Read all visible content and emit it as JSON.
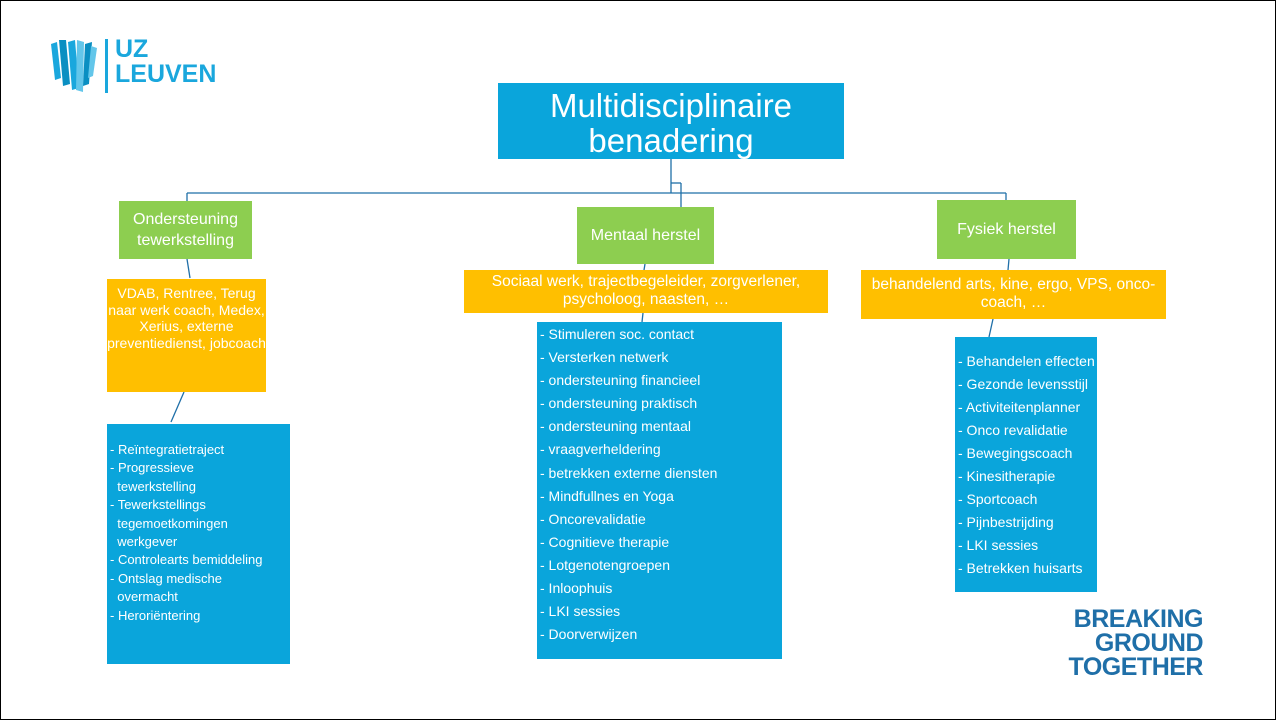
{
  "logo": {
    "line1": "UZ",
    "line2": "LEUVEN",
    "icon": "uz-leuven-logo-icon"
  },
  "title": "Multidisciplinaire benadering",
  "columns": [
    {
      "heading": "Ondersteuning tewerkstelling",
      "professionals": "VDAB, Rentree, Terug naar werk coach, Medex, Xerius, externe preventiedienst, jobcoach",
      "items": [
        "- Reïntegratietraject",
        "- Progressieve",
        "  tewerkstelling",
        "- Tewerkstellings",
        "  tegemoetkomingen",
        "  werkgever",
        "- Controlearts bemiddeling",
        "- Ontslag medische",
        "  overmacht",
        "- Heroriëntering"
      ]
    },
    {
      "heading": "Mentaal herstel",
      "professionals": "Sociaal werk, trajectbegeleider, zorgverlener, psycholoog, naasten, …",
      "items": [
        "- Stimuleren soc. contact",
        "- Versterken netwerk",
        "- ondersteuning financieel",
        "- ondersteuning praktisch",
        "- ondersteuning mentaal",
        "- vraagverheldering",
        "- betrekken externe diensten",
        "- Mindfullnes en Yoga",
        "- Oncorevalidatie",
        "- Cognitieve therapie",
        "- Lotgenotengroepen",
        "- Inloophuis",
        "- LKI sessies",
        "- Doorverwijzen"
      ]
    },
    {
      "heading": "Fysiek herstel",
      "professionals": "behandelend arts, kine, ergo, VPS, onco-coach, …",
      "items": [
        "- Behandelen effecten",
        "- Gezonde levensstijl",
        "- Activiteitenplanner",
        "- Onco revalidatie",
        "- Bewegingscoach",
        "- Kinesitherapie",
        "- Sportcoach",
        "- Pijnbestrijding",
        "- LKI sessies",
        "- Betrekken huisarts"
      ]
    }
  ],
  "tagline": {
    "line1": "BREAKING",
    "line2": "GROUND",
    "line3": "TOGETHER"
  },
  "colors": {
    "blue": "#0aa5db",
    "green": "#8dce50",
    "orange": "#ffbf00",
    "connector": "#1f6fa8",
    "brand": "#1aa7dd"
  }
}
